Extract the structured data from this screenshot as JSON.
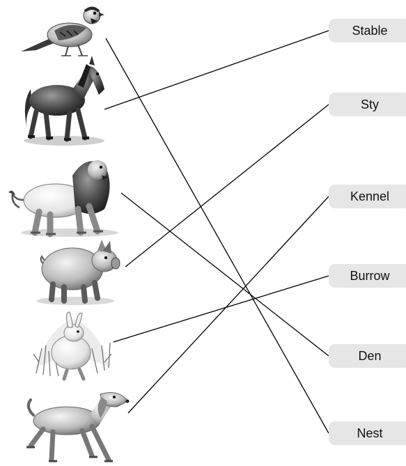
{
  "animals": [
    {
      "name": "sparrow",
      "icon": "bird-icon",
      "match": "Nest"
    },
    {
      "name": "horse",
      "icon": "horse-icon",
      "match": "Stable"
    },
    {
      "name": "lion",
      "icon": "lion-icon",
      "match": "Den"
    },
    {
      "name": "pig",
      "icon": "pig-icon",
      "match": "Sty"
    },
    {
      "name": "rabbit",
      "icon": "rabbit-icon",
      "match": "Burrow"
    },
    {
      "name": "dog",
      "icon": "dog-icon",
      "match": "Kennel"
    }
  ],
  "homes": [
    "Stable",
    "Sty",
    "Kennel",
    "Burrow",
    "Den",
    "Nest"
  ],
  "colors": {
    "label_bg": "#e6e6e6",
    "line": "#000000",
    "ink": "#222222"
  }
}
